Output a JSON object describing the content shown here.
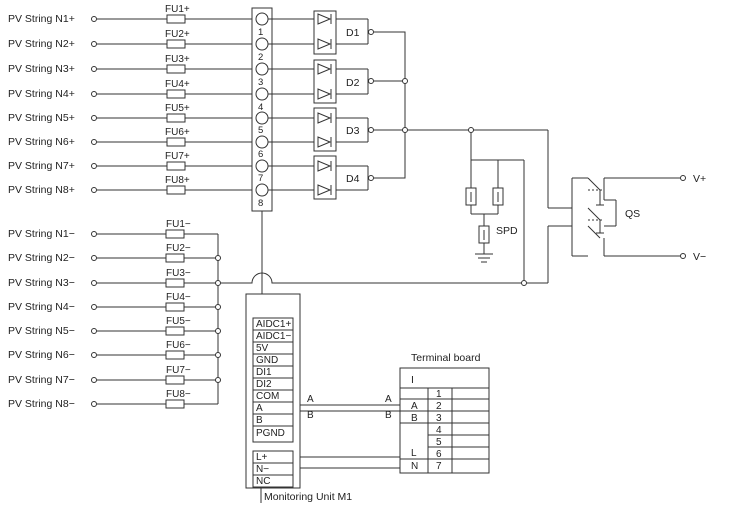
{
  "pos_strings": [
    "PV String N1+",
    "PV String N2+",
    "PV String N3+",
    "PV String N4+",
    "PV String N5+",
    "PV String N6+",
    "PV String N7+",
    "PV String N8+"
  ],
  "neg_strings": [
    "PV String N1−",
    "PV String N2−",
    "PV String N3−",
    "PV String N4−",
    "PV String N5−",
    "PV String N6−",
    "PV String N7−",
    "PV String N8−"
  ],
  "pos_fuses": [
    "FU1+",
    "FU2+",
    "FU3+",
    "FU4+",
    "FU5+",
    "FU6+",
    "FU7+",
    "FU8+"
  ],
  "neg_fuses": [
    "FU1−",
    "FU2−",
    "FU3−",
    "FU4−",
    "FU5−",
    "FU6−",
    "FU7−",
    "FU8−"
  ],
  "terminal_numbers": [
    "1",
    "2",
    "3",
    "4",
    "5",
    "6",
    "7",
    "8"
  ],
  "diodes": [
    "D1",
    "D2",
    "D3",
    "D4"
  ],
  "spd_label": "SPD",
  "qs_label": "QS",
  "outputs": [
    "V+",
    "V−"
  ],
  "monitor_pins": [
    "AIDC1+",
    "AIDC1−",
    "5V",
    "GND",
    "DI1",
    "DI2",
    "COM",
    "A",
    "B",
    "PGND",
    "L+",
    "N−",
    "NC"
  ],
  "monitor_title": "Monitoring Unit M1",
  "bus_labels": {
    "a_left": "A",
    "b_left": "B",
    "a_right": "A",
    "b_right": "B"
  },
  "terminal_board": {
    "title": "Terminal board",
    "header": "I",
    "left_labels": [
      "A",
      "B",
      "L",
      "N"
    ],
    "numbers": [
      "1",
      "2",
      "3",
      "4",
      "5",
      "6",
      "7"
    ]
  }
}
